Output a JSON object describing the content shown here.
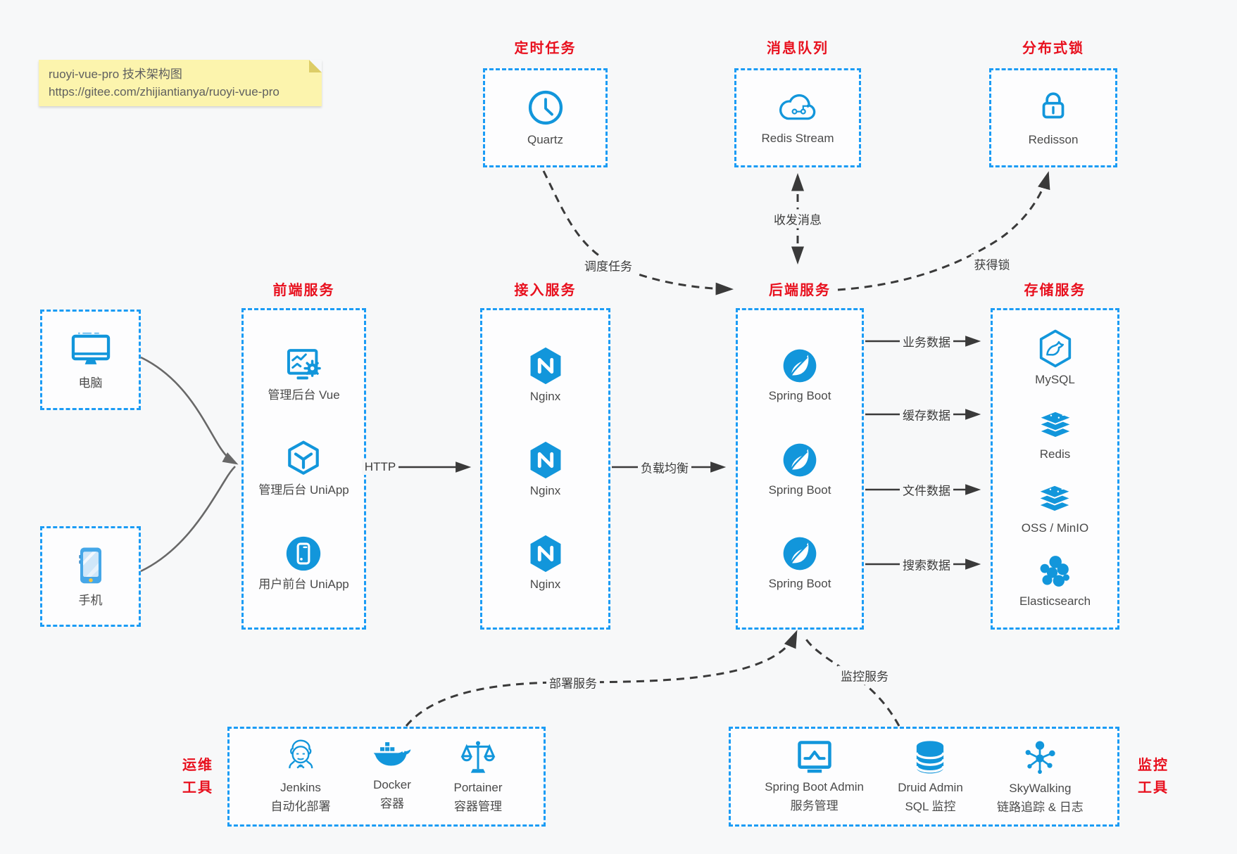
{
  "note": {
    "line1": "ruoyi-vue-pro 技术架构图",
    "line2": "https://gitee.com/zhijiantianya/ruoyi-vue-pro"
  },
  "groups": {
    "scheduler": {
      "title": "定时任务",
      "item": "Quartz"
    },
    "mq": {
      "title": "消息队列",
      "item": "Redis Stream"
    },
    "lock": {
      "title": "分布式锁",
      "item": "Redisson"
    },
    "clients": {
      "pc": "电脑",
      "mobile": "手机"
    },
    "frontend": {
      "title": "前端服务",
      "items": [
        "管理后台 Vue",
        "管理后台 UniApp",
        "用户前台 UniApp"
      ]
    },
    "gateway": {
      "title": "接入服务",
      "items": [
        "Nginx",
        "Nginx",
        "Nginx"
      ]
    },
    "backend": {
      "title": "后端服务",
      "items": [
        "Spring Boot",
        "Spring Boot",
        "Spring Boot"
      ]
    },
    "storage": {
      "title": "存储服务",
      "items": [
        "MySQL",
        "Redis",
        "OSS / MinIO",
        "Elasticsearch"
      ]
    },
    "ops": {
      "title_lines": [
        "运维",
        "工具"
      ],
      "items": [
        {
          "name": "Jenkins",
          "desc": "自动化部署"
        },
        {
          "name": "Docker",
          "desc": "容器"
        },
        {
          "name": "Portainer",
          "desc": "容器管理"
        }
      ]
    },
    "monitoring": {
      "title_lines": [
        "监控",
        "工具"
      ],
      "items": [
        {
          "name": "Spring Boot Admin",
          "desc": "服务管理"
        },
        {
          "name": "Druid Admin",
          "desc": "SQL 监控"
        },
        {
          "name": "SkyWalking",
          "desc": "链路追踪 & 日志"
        }
      ]
    }
  },
  "edges": {
    "http": "HTTP",
    "load_balance": "负载均衡",
    "schedule_job": "调度任务",
    "send_receive_message": "收发消息",
    "acquire_lock": "获得锁",
    "business_data": "业务数据",
    "cache_data": "缓存数据",
    "file_data": "文件数据",
    "search_data": "搜索数据",
    "deploy_service": "部署服务",
    "monitor_service": "监控服务"
  },
  "colors": {
    "box_dash_blue": "#1b9cf5",
    "icon_blue": "#1296db",
    "title_red": "#e8101e",
    "note_bg": "#fcf4ad",
    "canvas_bg": "#f7f8f9"
  }
}
